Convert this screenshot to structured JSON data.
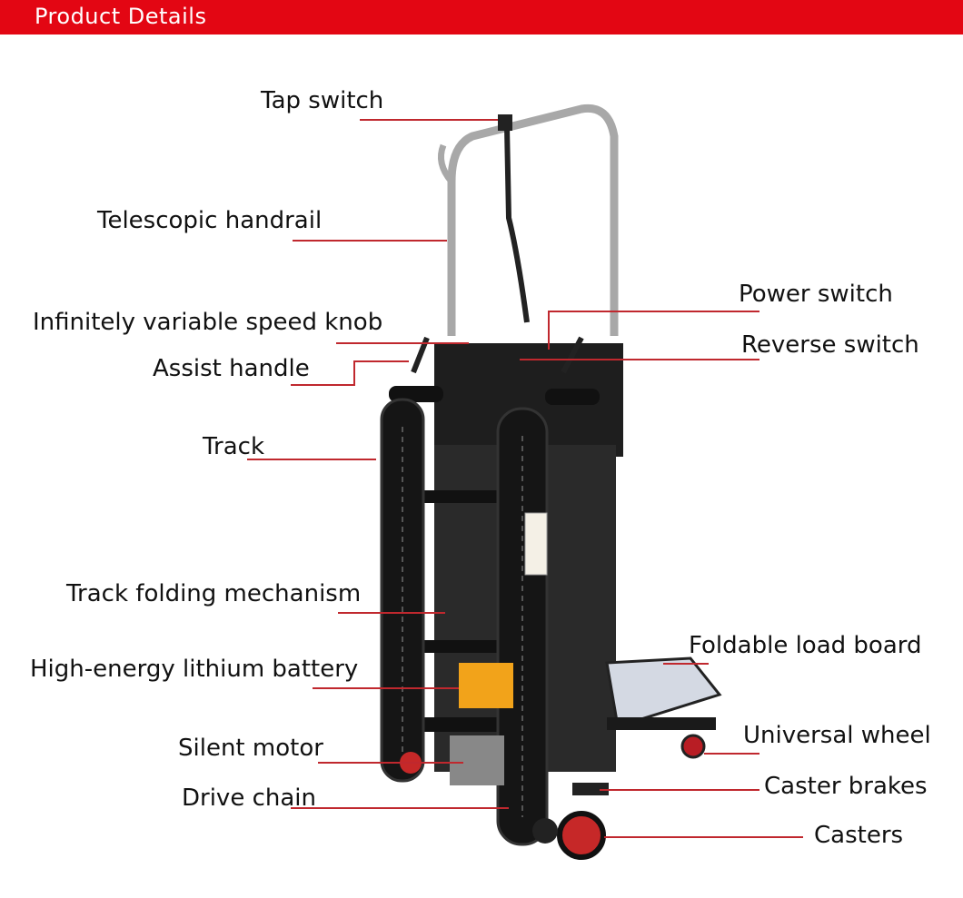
{
  "header": {
    "title": "Product  Details",
    "color": "#e30613"
  },
  "leader_color": "#c0282e",
  "labels": {
    "tap_switch": "Tap switch",
    "telescopic_handrail": "Telescopic handrail",
    "speed_knob": "Infinitely variable speed knob",
    "assist_handle": "Assist handle",
    "track": "Track",
    "track_folding": "Track folding mechanism",
    "battery": "High-energy lithium battery",
    "silent_motor": "Silent motor",
    "drive_chain": "Drive chain",
    "power_switch": "Power switch",
    "reverse_switch": "Reverse switch",
    "load_board": "Foldable load board",
    "universal_wheel": "Universal wheel",
    "caster_brakes": "Caster brakes",
    "casters": "Casters"
  }
}
